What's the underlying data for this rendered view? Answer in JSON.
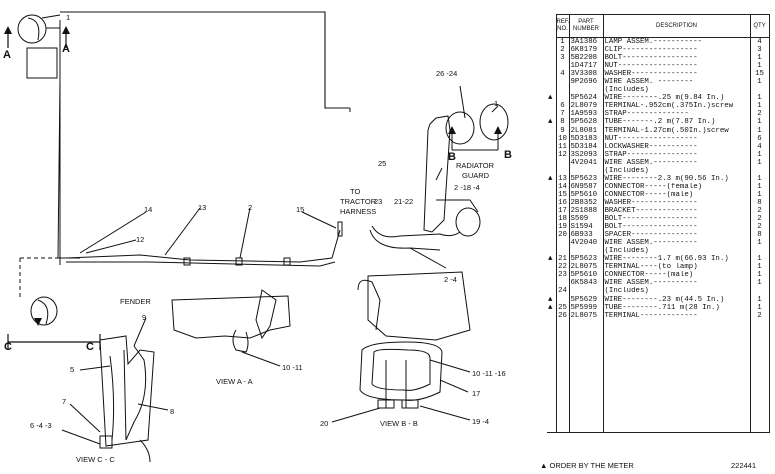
{
  "diagram": {
    "labels": {
      "a_left": "A",
      "a_right": "A",
      "c_left": "C",
      "c_right": "C",
      "b_left": "B",
      "b_right": "B",
      "ref_1_top": "1",
      "ref_1_right": "1",
      "ref_26_24": "26 -24",
      "radiator_guard_1": "RADIATOR",
      "radiator_guard_2": "GUARD",
      "ref_25": "25",
      "ref_2_18_4": "2 -18 -4",
      "tractor_harness_1": "TO",
      "tractor_harness_2": "TRACTOR",
      "tractor_harness_3": "HARNESS",
      "ref_23": "23",
      "ref_21_22": "21-22",
      "ref_15": "15",
      "ref_14": "14",
      "ref_13": "13",
      "ref_2": "2",
      "ref_12": "12",
      "ref_2_4": "2 -4",
      "fender": "FENDER",
      "ref_9": "9",
      "ref_5": "5",
      "ref_7": "7",
      "ref_8": "8",
      "ref_6_4_3": "6 -4 -3",
      "view_cc": "VIEW C - C",
      "view_aa": "VIEW A - A",
      "ref_10_11": "10 -11",
      "ref_10_11_16": "10 -11 -16",
      "ref_17": "17",
      "ref_20": "20",
      "ref_19_4": "19 -4",
      "view_bb": "VIEW B - B"
    }
  },
  "parts_table": {
    "headers": {
      "ref": "REF. NO.",
      "part": "PART NUMBER",
      "description": "DESCRIPTION",
      "qty": "QTY"
    },
    "rows": [
      {
        "mark": "",
        "ref": "1",
        "part": "3A1386",
        "desc": "LAMP ASSEM.-----------",
        "qty": "4"
      },
      {
        "mark": "",
        "ref": "2",
        "part": "6K8179",
        "desc": "CLIP-----------------",
        "qty": "3"
      },
      {
        "mark": "",
        "ref": "3",
        "part": "5B2208",
        "desc": "BOLT-----------------",
        "qty": "1"
      },
      {
        "mark": "",
        "ref": "",
        "part": "1D4717",
        "desc": "NUT------------------",
        "qty": "1"
      },
      {
        "mark": "",
        "ref": "4",
        "part": "3V3308",
        "desc": "WASHER---------------",
        "qty": "15"
      },
      {
        "mark": "",
        "ref": "",
        "part": "9P2696",
        "desc": "WIRE ASSEM.  --------",
        "qty": "1"
      },
      {
        "mark": "",
        "ref": "",
        "part": "",
        "desc": "   (Includes)",
        "qty": ""
      },
      {
        "mark": "▲",
        "ref": "",
        "part": "5P5624",
        "desc": "   WIRE--------.25 m(9.84 In.)",
        "qty": "1"
      },
      {
        "mark": "",
        "ref": "6",
        "part": "2L8079",
        "desc": "   TERMINAL-.952cm(.375In.)screw",
        "qty": "1"
      },
      {
        "mark": "",
        "ref": "7",
        "part": "1A9593",
        "desc": "   STRAP--------------",
        "qty": "2"
      },
      {
        "mark": "▲",
        "ref": "8",
        "part": "5P5628",
        "desc": "   TUBE-------.2 m(7.87 In.)",
        "qty": "1"
      },
      {
        "mark": "",
        "ref": "9",
        "part": "2L8081",
        "desc": "   TERMINAL-1.27cm(.50In.)screw",
        "qty": "1"
      },
      {
        "mark": "",
        "ref": "10",
        "part": "5D3183",
        "desc": "NUT------------------",
        "qty": "6"
      },
      {
        "mark": "",
        "ref": "11",
        "part": "5D3184",
        "desc": "LOCKWASHER-----------",
        "qty": "4"
      },
      {
        "mark": "",
        "ref": "12",
        "part": "3S2093",
        "desc": "STRAP----------------",
        "qty": "1"
      },
      {
        "mark": "",
        "ref": "",
        "part": "4V2041",
        "desc": "WIRE ASSEM.----------",
        "qty": "1"
      },
      {
        "mark": "",
        "ref": "",
        "part": "",
        "desc": "   (Includes)",
        "qty": ""
      },
      {
        "mark": "▲",
        "ref": "13",
        "part": "5P5623",
        "desc": "   WIRE--------2.3 m(90.56 In.)",
        "qty": "1"
      },
      {
        "mark": "",
        "ref": "14",
        "part": "6N9587",
        "desc": "   CONNECTOR-----(female)",
        "qty": "1"
      },
      {
        "mark": "",
        "ref": "15",
        "part": "5P5610",
        "desc": "   CONNECTOR-----(male)",
        "qty": "1"
      },
      {
        "mark": "",
        "ref": "16",
        "part": "2B8352",
        "desc": "WASHER---------------",
        "qty": "8"
      },
      {
        "mark": "",
        "ref": "17",
        "part": "2S1888",
        "desc": "BRACKET--------------",
        "qty": "2"
      },
      {
        "mark": "",
        "ref": "18",
        "part": "S509",
        "desc": "BOLT-----------------",
        "qty": "2"
      },
      {
        "mark": "",
        "ref": "19",
        "part": "S1594",
        "desc": "BOLT-----------------",
        "qty": "2"
      },
      {
        "mark": "",
        "ref": "20",
        "part": "6B933",
        "desc": "SPACER---------------",
        "qty": "8"
      },
      {
        "mark": "",
        "ref": "",
        "part": "4V2040",
        "desc": "WIRE ASSEM.----------",
        "qty": "1"
      },
      {
        "mark": "",
        "ref": "",
        "part": "",
        "desc": "   (Includes)",
        "qty": ""
      },
      {
        "mark": "▲",
        "ref": "21",
        "part": "5P5623",
        "desc": "   WIRE--------1.7 m(66.93 In.)",
        "qty": "1"
      },
      {
        "mark": "",
        "ref": "22",
        "part": "2L8075",
        "desc": "   TERMINAL----(to lamp)",
        "qty": "1"
      },
      {
        "mark": "",
        "ref": "23",
        "part": "5P5610",
        "desc": "   CONNECTOR-----(male)",
        "qty": "1"
      },
      {
        "mark": "",
        "ref": "",
        "part": "6K5843",
        "desc": "WIRE ASSEM.----------",
        "qty": "1"
      },
      {
        "mark": "",
        "ref": "24",
        "part": "",
        "desc": "   (Includes)",
        "qty": ""
      },
      {
        "mark": "▲",
        "ref": "",
        "part": "5P5629",
        "desc": "   WIRE--------.23 m(44.5 In.)",
        "qty": "1"
      },
      {
        "mark": "▲",
        "ref": "25",
        "part": "5P5999",
        "desc": "   TUBE--------.711 m(28 In.)",
        "qty": "1"
      },
      {
        "mark": "",
        "ref": "26",
        "part": "2L8075",
        "desc": "   TERMINAL-------------",
        "qty": "2"
      },
      {
        "mark": "",
        "ref": "",
        "part": "",
        "desc": "",
        "qty": ""
      },
      {
        "mark": "",
        "ref": "",
        "part": "",
        "desc": "",
        "qty": ""
      },
      {
        "mark": "",
        "ref": "",
        "part": "",
        "desc": "",
        "qty": ""
      },
      {
        "mark": "",
        "ref": "",
        "part": "",
        "desc": "",
        "qty": ""
      },
      {
        "mark": "",
        "ref": "",
        "part": "",
        "desc": "",
        "qty": ""
      },
      {
        "mark": "",
        "ref": "",
        "part": "",
        "desc": "",
        "qty": ""
      },
      {
        "mark": "",
        "ref": "",
        "part": "",
        "desc": "",
        "qty": ""
      },
      {
        "mark": "",
        "ref": "",
        "part": "",
        "desc": "",
        "qty": ""
      },
      {
        "mark": "",
        "ref": "",
        "part": "",
        "desc": "",
        "qty": ""
      },
      {
        "mark": "",
        "ref": "",
        "part": "",
        "desc": "",
        "qty": ""
      },
      {
        "mark": "",
        "ref": "",
        "part": "",
        "desc": "",
        "qty": ""
      },
      {
        "mark": "",
        "ref": "",
        "part": "",
        "desc": "",
        "qty": ""
      },
      {
        "mark": "",
        "ref": "",
        "part": "",
        "desc": "",
        "qty": ""
      },
      {
        "mark": "",
        "ref": "",
        "part": "",
        "desc": "",
        "qty": ""
      }
    ]
  },
  "footer": {
    "note": "▲ ORDER BY THE METER",
    "figure_number": "222441"
  }
}
